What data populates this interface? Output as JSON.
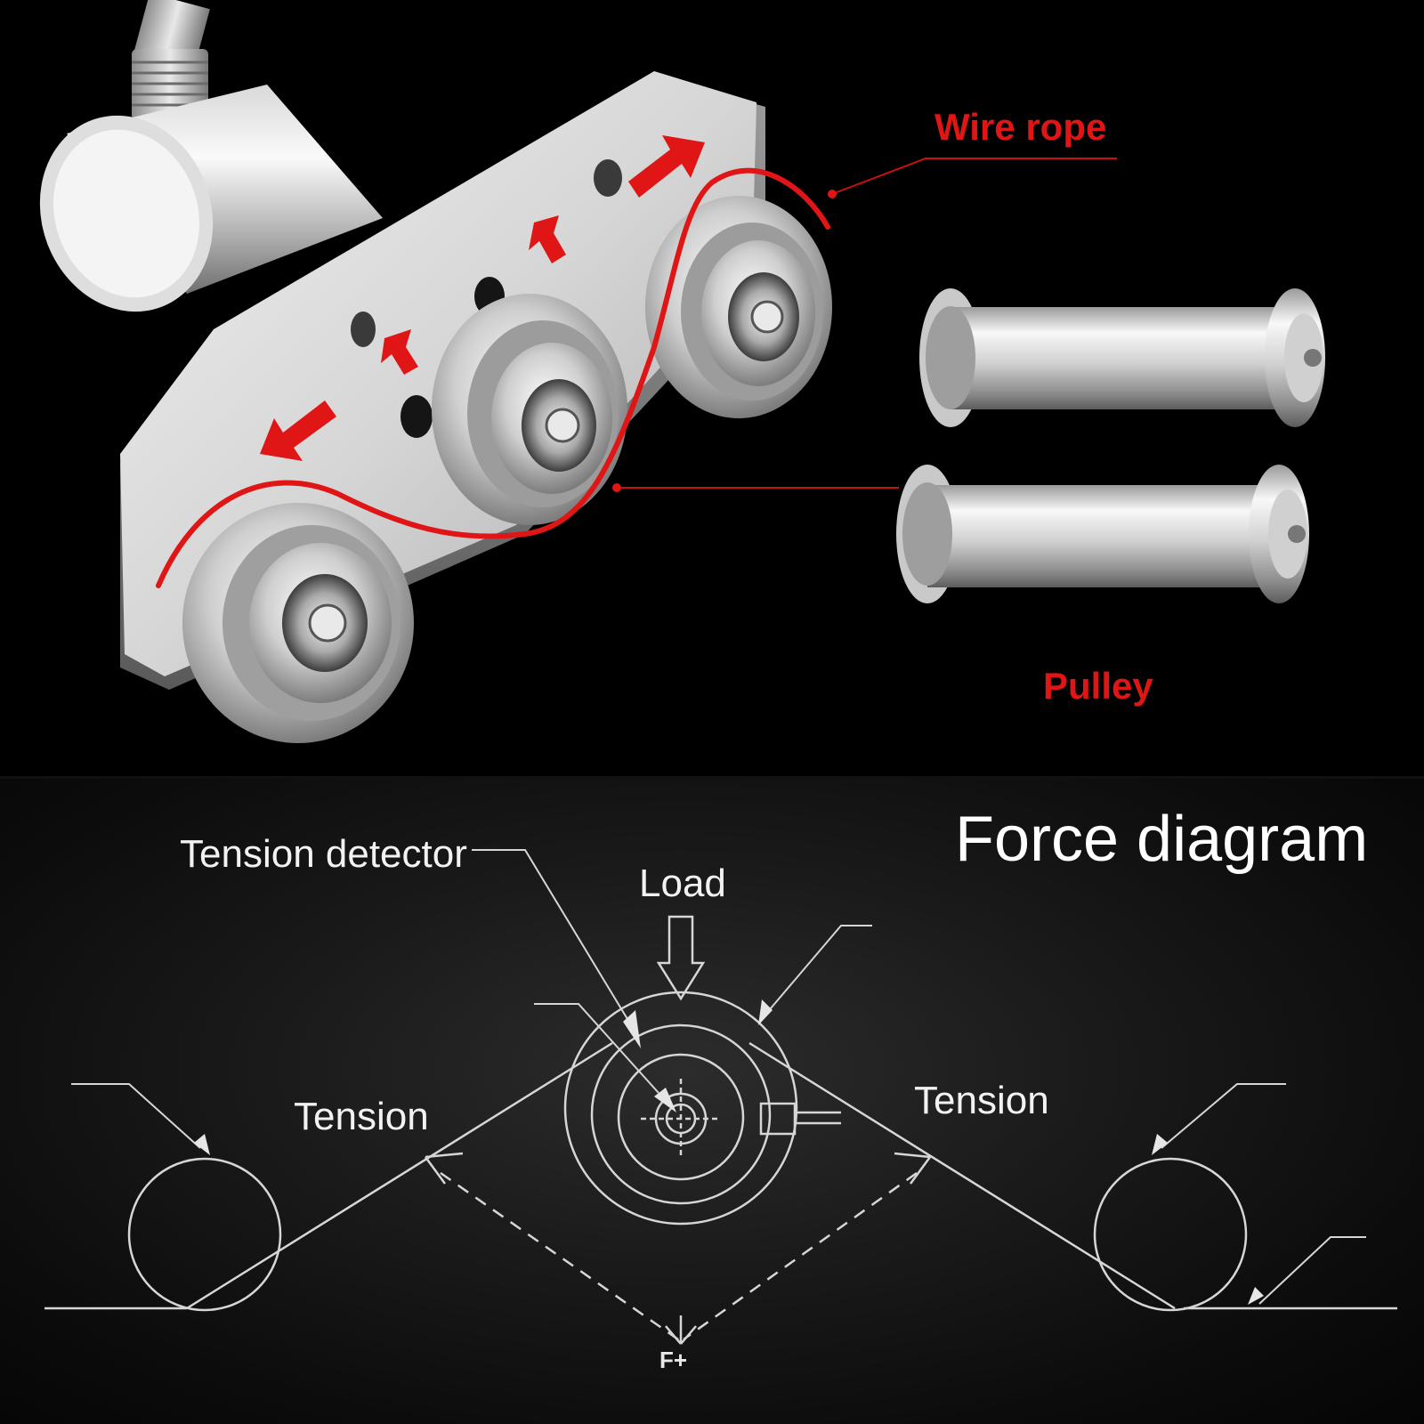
{
  "labels": {
    "wire_rope": "Wire rope",
    "pulley": "Pulley",
    "force_diagram": "Force diagram",
    "tension_detector": "Tension detector",
    "load": "Load",
    "tension_left": "Tension",
    "tension_right": "Tension",
    "force_result": "F+"
  },
  "colors": {
    "accent_red": "#e01515",
    "metal_light": "#e6e6e6",
    "metal_mid": "#b9b9b9",
    "metal_dark": "#6f6f6f",
    "diagram_line": "#d8d8d8",
    "background": "#000000"
  }
}
